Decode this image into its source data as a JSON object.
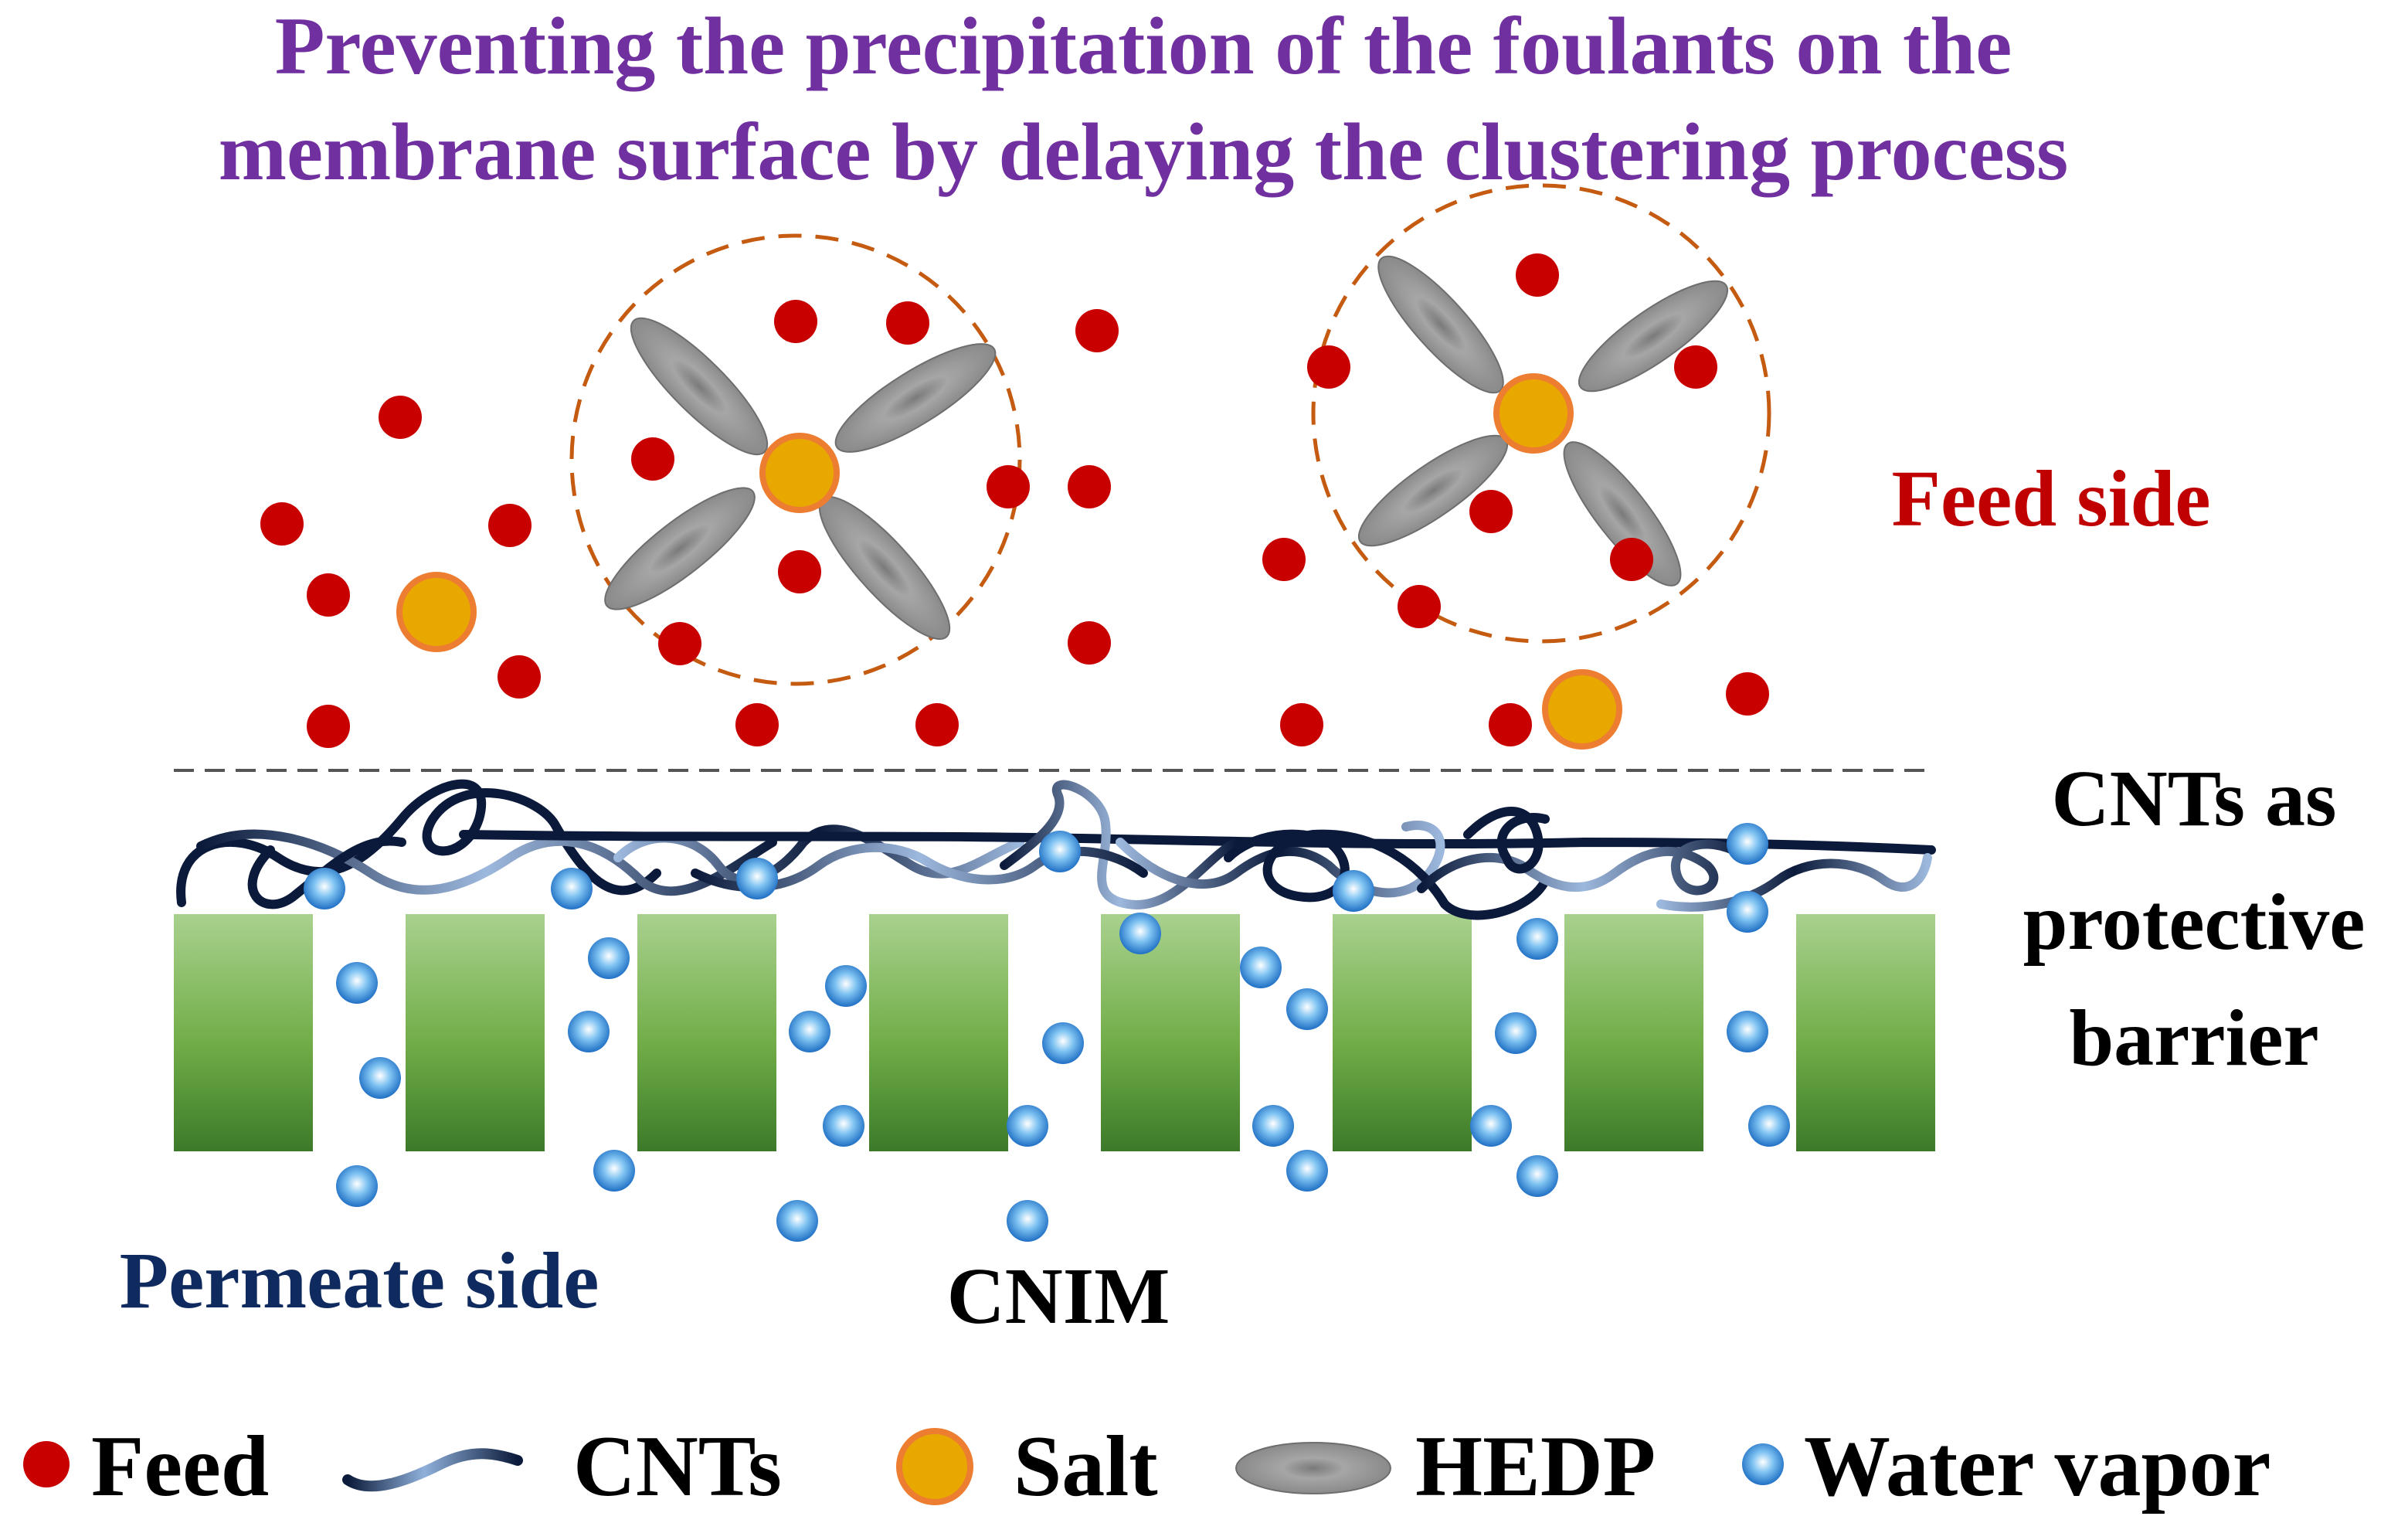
{
  "title": {
    "line1": "Preventing the precipitation of the foulants on the",
    "line2": "membrane surface by delaying the clustering process"
  },
  "labels": {
    "feed_side": "Feed side",
    "cnts_barrier_line1": "CNTs as",
    "cnts_barrier_line2": "protective",
    "cnts_barrier_line3": "barrier",
    "permeate_side": "Permeate side",
    "cnim": "CNIM"
  },
  "legend": {
    "feed": "Feed",
    "cnts": "CNTs",
    "salt": "Salt",
    "hedp": "HEDP",
    "water_vapor": "Water vapor"
  },
  "colors": {
    "title": "#7030A0",
    "feed_side": "#C00000",
    "permeate_side": "#0E2A5E",
    "feed_particle": "#C80000",
    "salt_fill": "#E8A800",
    "salt_stroke": "#ED7D31",
    "hedp": "#8C8C8C",
    "membrane_top": "#A9D18E",
    "membrane_bottom": "#3C7A2A",
    "water_vapor": "#2E86DE",
    "cnt_dark": "#0B1A3A",
    "cnt_light": "#9DB8DD",
    "cluster_outline": "#C55A11"
  }
}
